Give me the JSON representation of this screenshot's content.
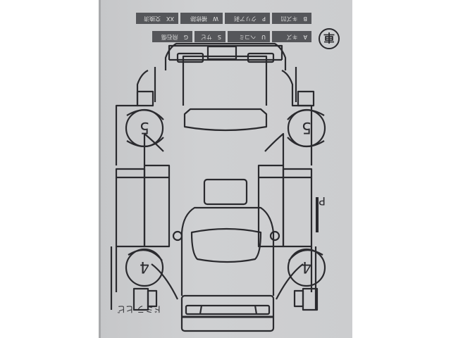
{
  "sheet": {
    "type": "vehicle inspection diagram",
    "orientation": "rotated 180 degrees",
    "badge": "車",
    "legend": [
      {
        "code": "A",
        "label": "キズ"
      },
      {
        "code": "U",
        "label": "ヘコミ"
      },
      {
        "code": "S",
        "label": "サビ"
      },
      {
        "code": "G",
        "label": "飛石傷"
      },
      {
        "code": "B",
        "label": "キズ凹"
      },
      {
        "code": "P",
        "label": "クリア剥"
      },
      {
        "code": "W",
        "label": "補修跡"
      },
      {
        "code": "XX",
        "label": "交換済"
      }
    ],
    "tire_marks": {
      "front_left": "4",
      "front_right": "4",
      "rear_left": "5",
      "rear_right": "5"
    },
    "annotations": {
      "door_mark": "P",
      "handwritten_note": "ドミラ ヒビ"
    }
  },
  "colors": {
    "paper": "#cfd0d2",
    "ink": "#2a2a2e",
    "legend_bg": "#55565a",
    "background": "#ffffff"
  }
}
